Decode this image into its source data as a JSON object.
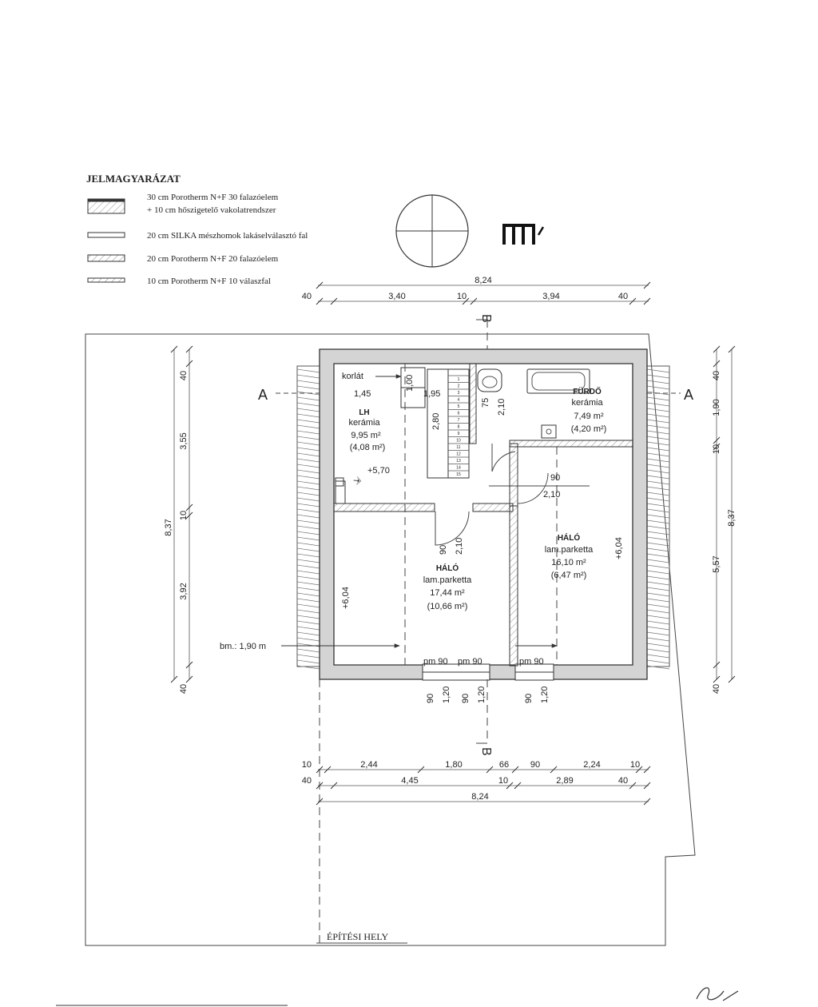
{
  "legend": {
    "title": "JELMAGYARÁZAT",
    "items": [
      {
        "label": "30 cm Porotherm N+F 30 falazóelem"
      },
      {
        "label": "+ 10 cm hőszigetelő vakolatrendszer"
      },
      {
        "label": "20 cm SILKA mészhomok lakáselválasztó fal"
      },
      {
        "label": "20 cm Porotherm N+F 20 falazóelem"
      },
      {
        "label": "10 cm Porotherm N+F 10 válaszfal"
      }
    ]
  },
  "sections": {
    "a_left": "A",
    "a_right": "A",
    "b_top": "B",
    "b_bottom": "B"
  },
  "rooms": {
    "lh": {
      "name": "LH",
      "floor": "kerámia",
      "area": "9,95 m²",
      "area2": "(4,08 m²)",
      "level": "+5,70"
    },
    "furdo": {
      "name": "FÜRDŐ",
      "floor": "kerámia",
      "area": "7,49 m²",
      "area2": "(4,20 m²)"
    },
    "halo1": {
      "name": "HÁLÓ",
      "floor": "lam.parketta",
      "area": "17,44 m²",
      "area2": "(10,66 m²)"
    },
    "halo2": {
      "name": "HÁLÓ",
      "floor": "lam.parketta",
      "area": "16,10 m²",
      "area2": "(6,47 m²)"
    }
  },
  "annotations": {
    "korlat": "korlát",
    "bm": "bm.: 1,90 m",
    "site": "ÉPÍTÉSI HELY",
    "lh_dim": "1,45",
    "stair_dim": "1,95",
    "stair_w": "1,00",
    "stair_h": "2,80",
    "d75": "75",
    "d210a": "2,10",
    "door90": "90",
    "door210": "2,10",
    "h1_d90": "90",
    "h1_d210": "2,10",
    "level_left": "+6,04",
    "level_right": "+6,04",
    "pm1": "pm 90",
    "pm2": "pm 90",
    "pm3": "pm 90",
    "win": [
      "90",
      "1,20",
      "90",
      "1,20",
      "90",
      "1,20"
    ]
  },
  "dims": {
    "top_total": "8,24",
    "top": [
      "40",
      "3,40",
      "10",
      "3,94",
      "40"
    ],
    "left_total": "8,37",
    "left": [
      "40",
      "3,55",
      "10",
      "3,92",
      "40"
    ],
    "right_total": "8,37",
    "right": [
      "40",
      "1,90",
      "10",
      "5,57",
      "40"
    ],
    "bot1": [
      "10",
      "2,44",
      "1,80",
      "66",
      "90",
      "2,24",
      "10"
    ],
    "bot2": [
      "40",
      "4,45",
      "10",
      "2,89",
      "40"
    ],
    "bot_total": "8,24"
  },
  "stair_steps": [
    "1",
    "2",
    "3",
    "4",
    "5",
    "6",
    "7",
    "8",
    "9",
    "10",
    "11",
    "12",
    "13",
    "14",
    "15"
  ]
}
